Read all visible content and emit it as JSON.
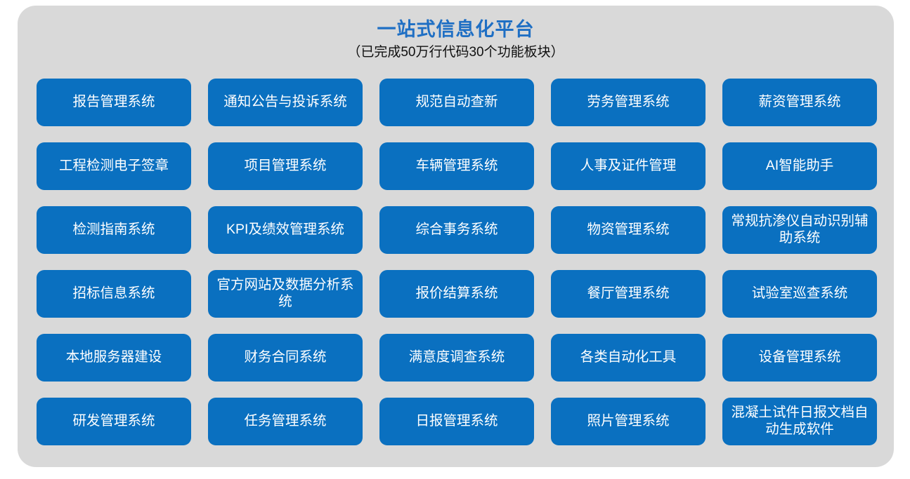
{
  "header": {
    "title": "一站式信息化平台",
    "subtitle": "（已完成50万行代码30个功能板块）",
    "title_color": "#1f6fc4",
    "subtitle_color": "#101010"
  },
  "theme": {
    "panel_background": "#d9d9d9",
    "card_background": "#0a70c0",
    "card_text_color": "#ffffff",
    "page_background": "#ffffff"
  },
  "grid": {
    "columns": 5,
    "rows": 6,
    "total_modules": 30
  },
  "modules": [
    {
      "label": "报告管理系统"
    },
    {
      "label": "通知公告与投诉系统"
    },
    {
      "label": "规范自动查新"
    },
    {
      "label": "劳务管理系统"
    },
    {
      "label": "薪资管理系统"
    },
    {
      "label": "工程检测电子签章"
    },
    {
      "label": "项目管理系统"
    },
    {
      "label": "车辆管理系统"
    },
    {
      "label": "人事及证件管理"
    },
    {
      "label": "AI智能助手"
    },
    {
      "label": "检测指南系统"
    },
    {
      "label": "KPI及绩效管理系统"
    },
    {
      "label": "综合事务系统"
    },
    {
      "label": "物资管理系统"
    },
    {
      "label": "常规抗渗仪自动识别辅助系统"
    },
    {
      "label": "招标信息系统"
    },
    {
      "label": "官方网站及数据分析系统"
    },
    {
      "label": "报价结算系统"
    },
    {
      "label": "餐厅管理系统"
    },
    {
      "label": "试验室巡查系统"
    },
    {
      "label": "本地服务器建设"
    },
    {
      "label": "财务合同系统"
    },
    {
      "label": "满意度调查系统"
    },
    {
      "label": "各类自动化工具"
    },
    {
      "label": "设备管理系统"
    },
    {
      "label": "研发管理系统"
    },
    {
      "label": "任务管理系统"
    },
    {
      "label": "日报管理系统"
    },
    {
      "label": "照片管理系统"
    },
    {
      "label": "混凝土试件日报文档自动生成软件"
    }
  ]
}
